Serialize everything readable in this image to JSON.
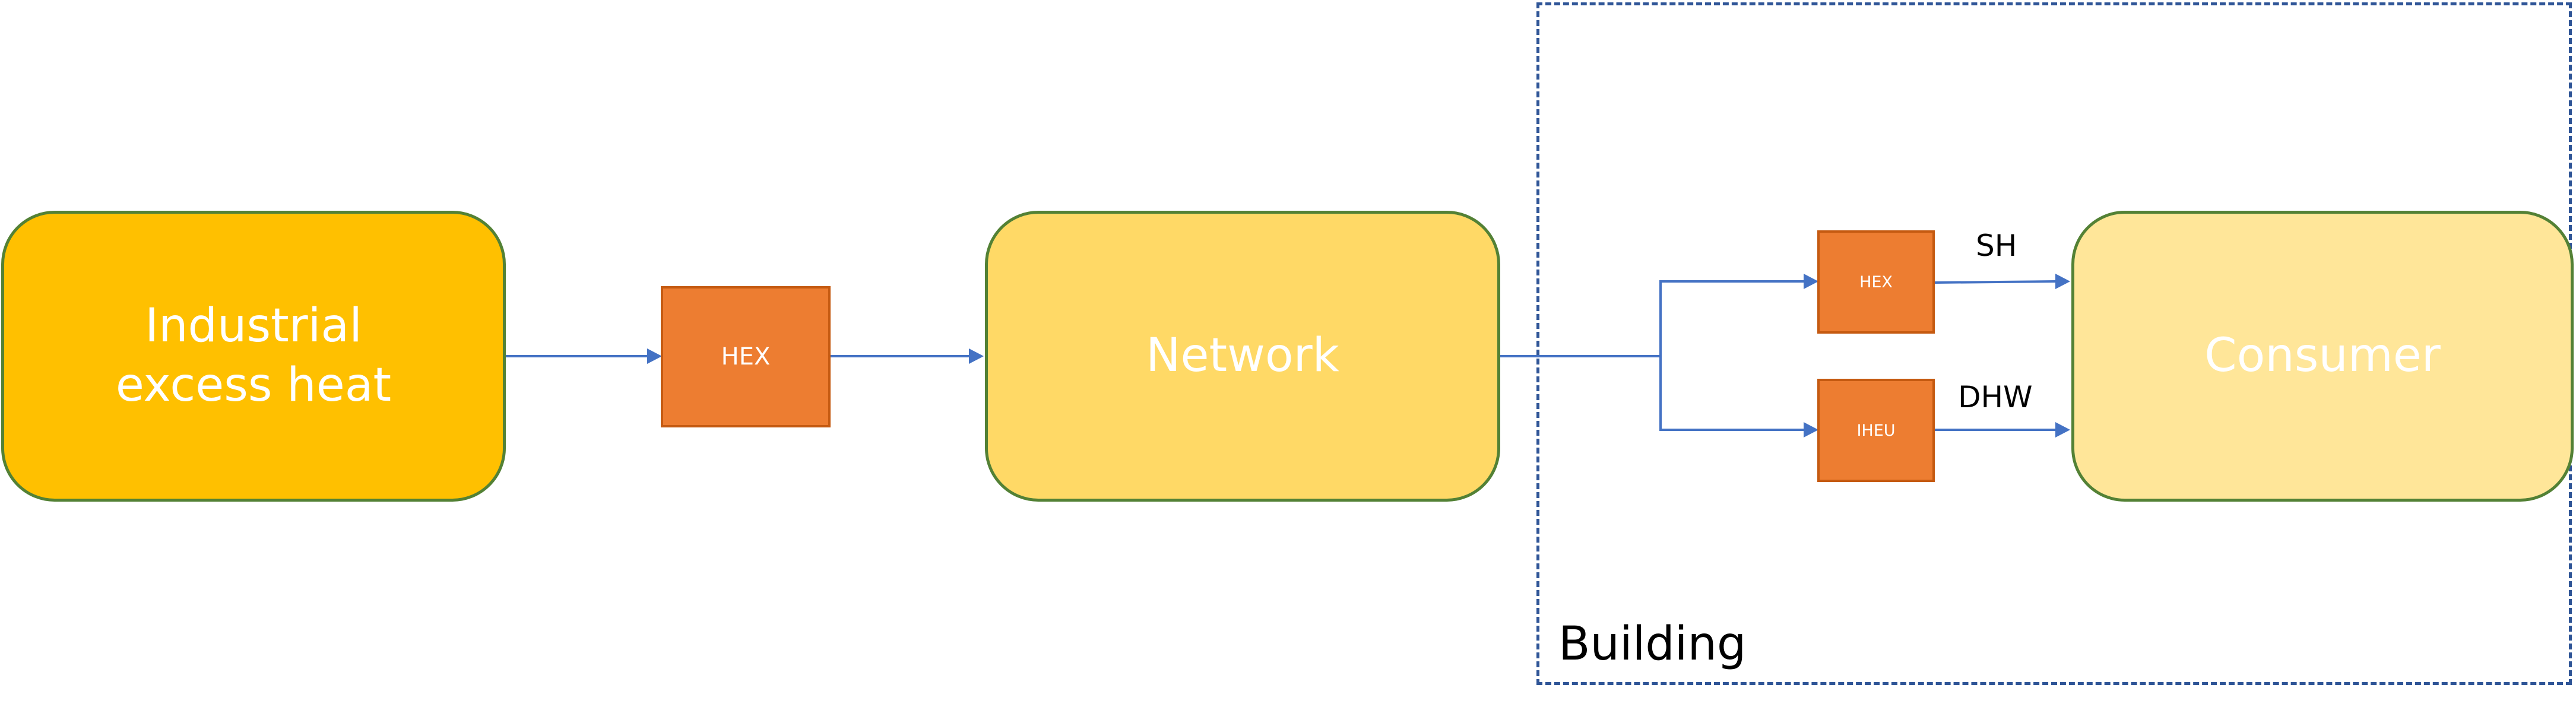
{
  "diagram": {
    "nodes": {
      "source": "Industrial excess heat",
      "hex_main": "HEX",
      "network": "Network",
      "hex_sh": "HEX",
      "iheu": "IHEU",
      "consumer": "Consumer"
    },
    "edge_labels": {
      "sh": "SH",
      "dhw": "DHW"
    },
    "group_label": "Building",
    "edges": [
      {
        "from": "source",
        "to": "hex_main"
      },
      {
        "from": "hex_main",
        "to": "network"
      },
      {
        "from": "network",
        "to": "hex_sh"
      },
      {
        "from": "network",
        "to": "iheu"
      },
      {
        "from": "hex_sh",
        "to": "consumer",
        "label": "SH"
      },
      {
        "from": "iheu",
        "to": "consumer",
        "label": "DHW"
      }
    ]
  },
  "colors": {
    "source_fill": "#FFC000",
    "network_fill": "#FFD966",
    "consumer_fill": "#FFE699",
    "box_border": "#538135",
    "hex_fill": "#ED7D31",
    "hex_border": "#C55A11",
    "arrow": "#4472C4",
    "building_border": "#2F5597"
  }
}
